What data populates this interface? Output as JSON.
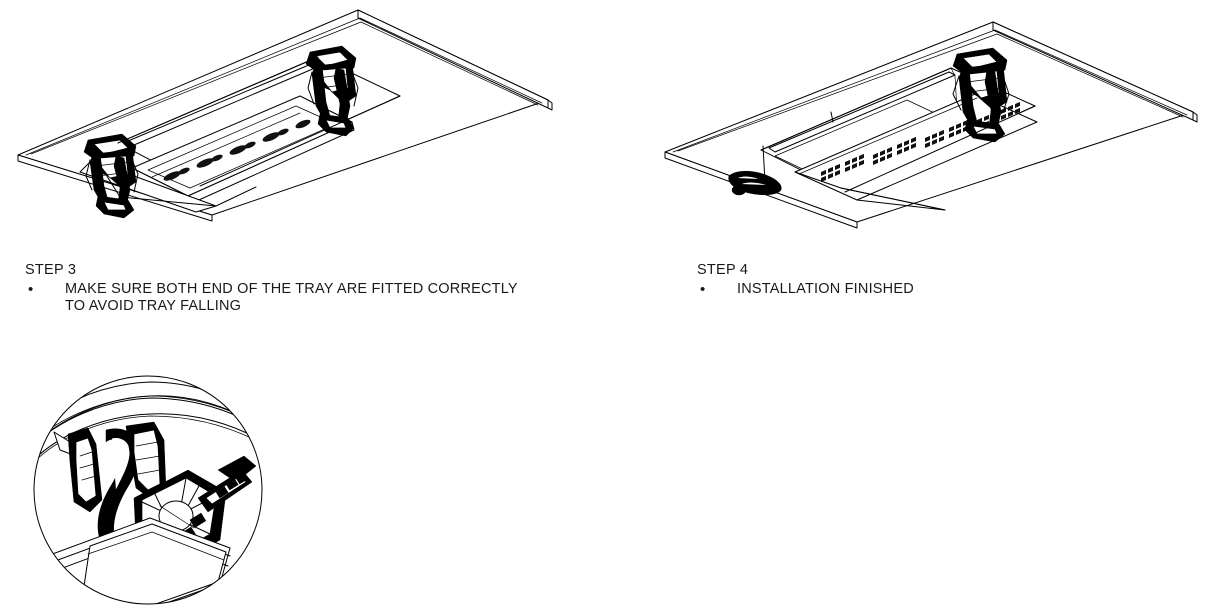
{
  "document": {
    "type": "installation-instruction-sheet",
    "background_color": "#ffffff",
    "line_color": "#000000",
    "text_color": "#1a1a1a"
  },
  "steps": [
    {
      "id": "step3",
      "title": "STEP 3",
      "bullet": "•",
      "text": "MAKE SURE BOTH END OF THE TRAY ARE FITTED CORRECTLY\nTO AVOID TRAY FALLING",
      "figure": {
        "name": "tray-partially-fitted-isometric",
        "description": "Isometric view of a rectangular ceiling panel with the LED tray hanging down at an angle from the recessed channel, with two spring brackets engaged at each end",
        "elements": [
          "ceiling-panel",
          "panel-rim",
          "recessed-channel",
          "led-tray-tilted",
          "spring-bracket-left",
          "spring-bracket-right"
        ]
      }
    },
    {
      "id": "step4",
      "title": "STEP 4",
      "bullet": "•",
      "text": "INSTALLATION FINISHED",
      "figure": {
        "name": "tray-installed-isometric",
        "description": "Isometric view of the same ceiling panel with the LED tray fully seated flush in the channel, LED modules visible in a row",
        "elements": [
          "ceiling-panel",
          "panel-rim",
          "recessed-channel",
          "led-tray-seated",
          "led-module-array",
          "spring-bracket-right",
          "spring-bracket-left-collapsed"
        ]
      }
    }
  ],
  "detail_view": {
    "name": "bracket-engagement-detail",
    "shape": "circular-callout",
    "label": "",
    "description": "Magnified circular detail view showing the ribbed spring clip bracket engaging the edge of the tray against the ceiling panel",
    "elements": [
      "ceiling-panel-edge",
      "spring-clip-ribbed",
      "tray-edge",
      "detail-circle-boundary"
    ]
  }
}
